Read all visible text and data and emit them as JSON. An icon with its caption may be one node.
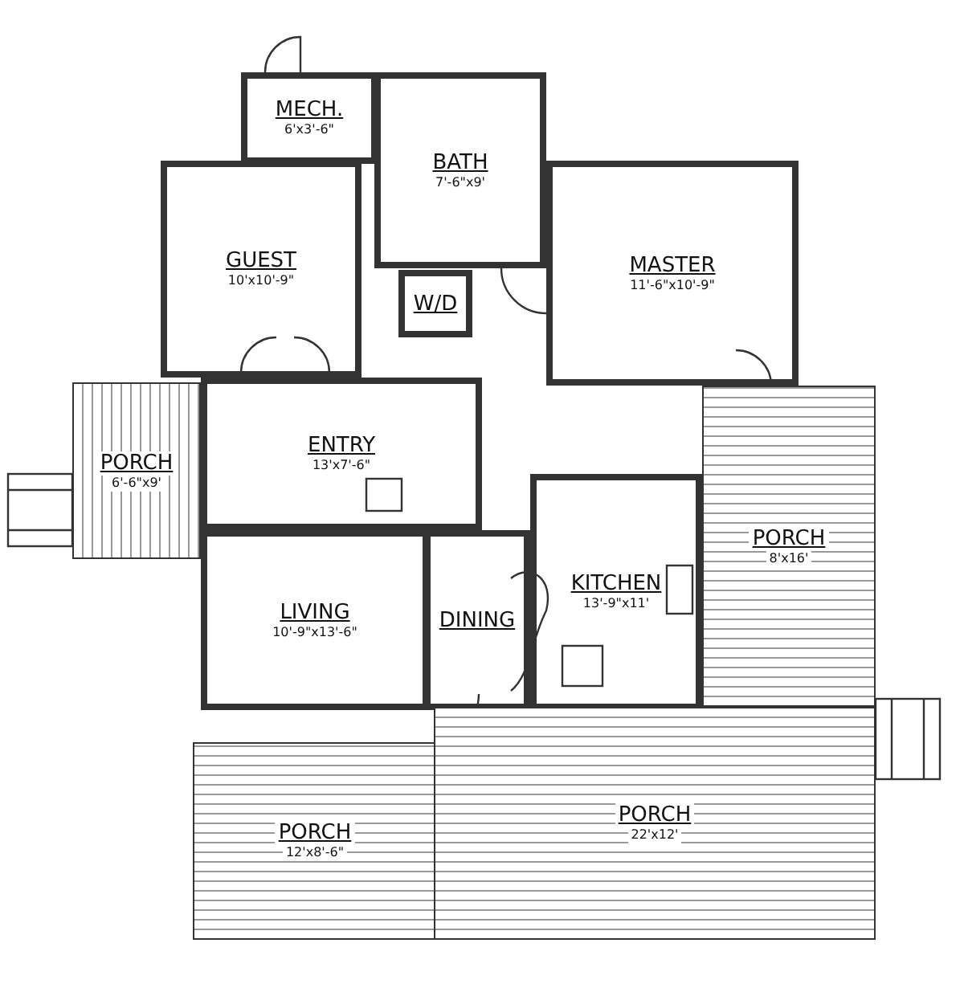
{
  "diagram": {
    "nodes": [
      {
        "text": [
          "MECH.",
          "6'x3'-6\""
        ]
      },
      {
        "text": [
          "BATH",
          "7'-6\"x9'"
        ]
      },
      {
        "text": [
          "GUEST",
          "10'x10'-9\""
        ]
      },
      {
        "text": [
          "MASTER",
          "11'-6\"x10'-9\""
        ]
      },
      {
        "text": [
          "W/D"
        ]
      },
      {
        "text": [
          "ENTRY",
          "13'x7'-6\""
        ]
      },
      {
        "text": [
          "PORCH",
          "6'-6\"x9'"
        ]
      },
      {
        "text": [
          "LIVING",
          "10'-9\"x13'-6\""
        ]
      },
      {
        "text": [
          "DINING"
        ]
      },
      {
        "text": [
          "KITCHEN",
          "13'-9\"x11'"
        ]
      },
      {
        "text": [
          "PORCH",
          "8'x16'"
        ]
      },
      {
        "text": [
          "PORCH",
          "12'x8'-6\""
        ]
      },
      {
        "text": [
          "PORCH",
          "22'x12'"
        ]
      }
    ]
  }
}
